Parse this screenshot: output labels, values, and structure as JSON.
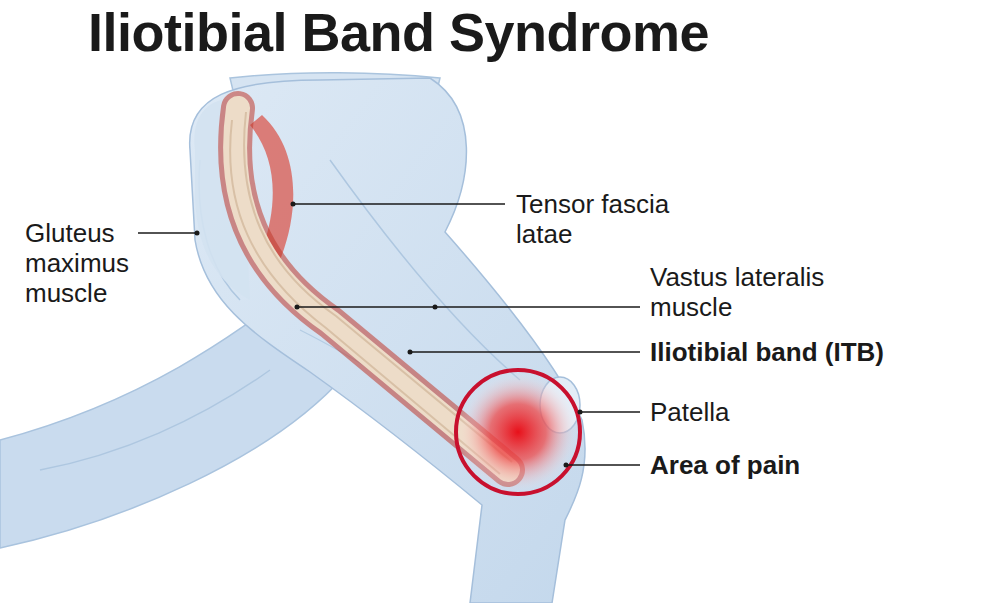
{
  "diagram": {
    "title": "Iliotibial Band Syndrome",
    "labels": [
      "Gluteus maximus muscle",
      "Tensor fascia latae",
      "Vastus lateralis muscle",
      "Iliotibial band (ITB)",
      "Patella",
      "Area of pain"
    ]
  }
}
